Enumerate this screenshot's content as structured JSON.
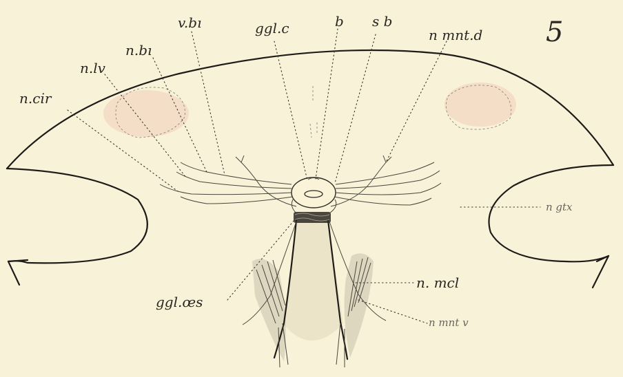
{
  "figure": {
    "number": "5",
    "labels": {
      "v_bi": "v.bı",
      "ggl_c": "ggl.c",
      "b": "b",
      "sb": "s b",
      "n_mnt_d": "n mnt.d",
      "n_bi": "n.bı",
      "n_lv": "n.lv",
      "n_cir": "n.cir",
      "n_gtx": "n gtx",
      "n_mcl": "n. mcl",
      "ggl_oes": "ggl.œs",
      "n_mnt_v": "n mnt v"
    }
  }
}
